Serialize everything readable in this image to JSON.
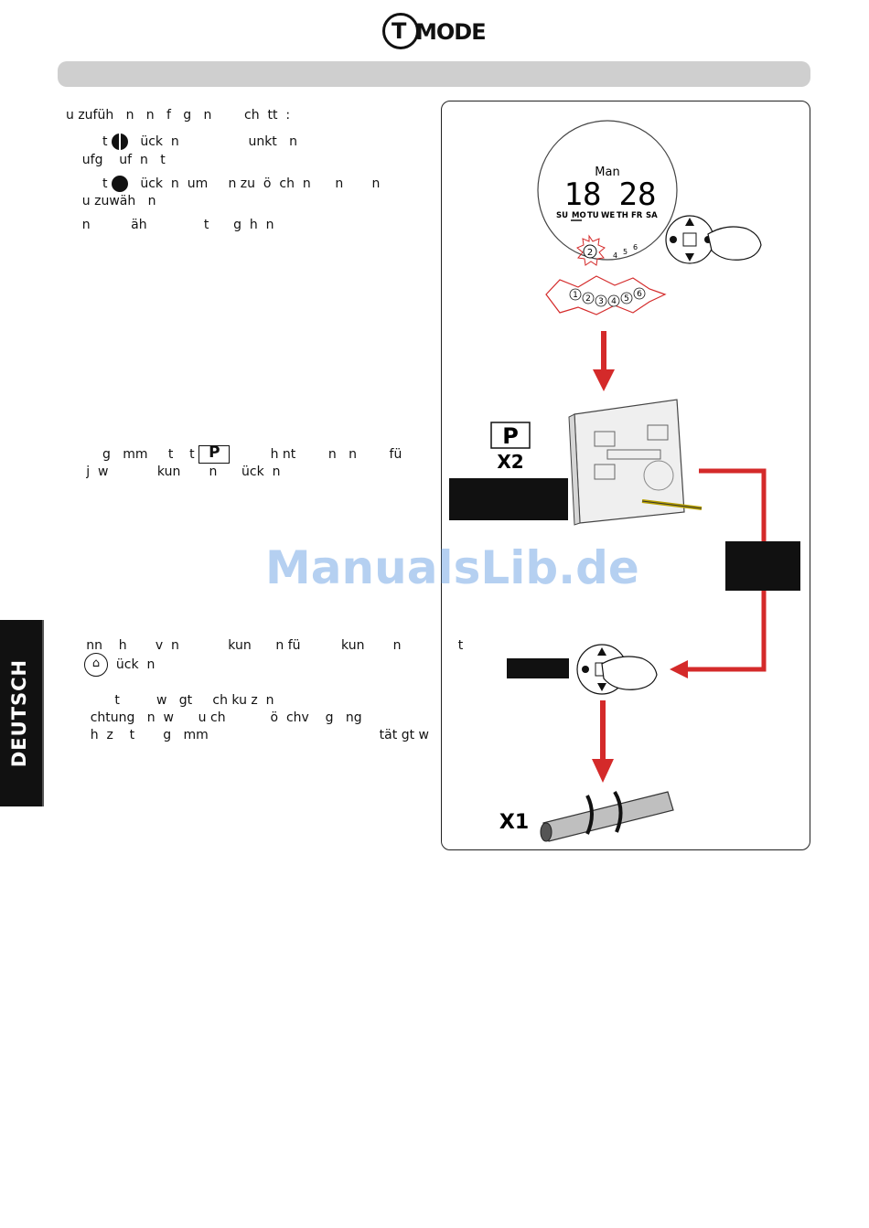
{
  "brand": {
    "logo_letter": "T",
    "logo_text": "MODE"
  },
  "body_text": {
    "l1": "u zufüh   n   n   f   g   n        ch  tt  :",
    "l2a": "         t",
    "l2b": "   ück  n                 unkt   n",
    "l3": "    ufg    uf  n   t",
    "l4a": "         t",
    "l4b": "   ück  n  um     n zu  ö  ch  n      n       n",
    "l5": "    u zuwäh   n",
    "l6": "    n          äh              t      g  h  n",
    "l7a": "         g   mm     t    t",
    "l7b": "          h nt        n   n        fü",
    "l8": "     j  w            kun       n      ück  n",
    "l9": "     nn    h       v  n            kun      n fü          kun       n              t",
    "l10": "  ück  n",
    "l11": "            t         w   gt     ch ku z  n",
    "l12": "      chtung   n  w      u ch           ö  chv    g   ng",
    "l13": "      h  z    t       g   mm                                          tät gt w"
  },
  "side_tab": {
    "label": "DEUTSCH"
  },
  "watermark": "ManualsLib.de",
  "illustration": {
    "display_day": "Man",
    "display_hour": "18",
    "display_minute": "28",
    "weekdays": [
      "SU",
      "MO",
      "TU",
      "WE",
      "TH",
      "FR",
      "SA"
    ],
    "channel_selected": "2",
    "channels_small": [
      "4",
      "5",
      "6"
    ],
    "channels_flash": [
      "1",
      "2",
      "3",
      "4",
      "5",
      "6"
    ],
    "p_label": "P",
    "p_multiplier": "X2",
    "motor_multiplier": "X1"
  },
  "colors": {
    "arrow_red": "#d42a2a",
    "header_gray": "#cfcfcf",
    "tab_black": "#111111"
  }
}
